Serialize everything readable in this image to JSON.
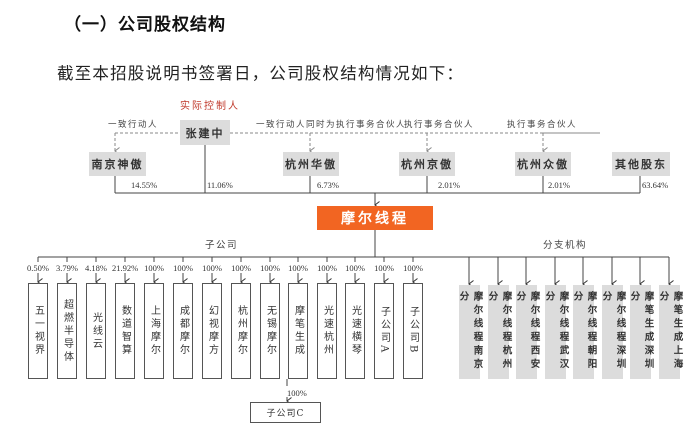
{
  "section": {
    "heading": "（一）公司股权结构",
    "intro": "截至本招股说明书签署日，公司股权结构情况如下："
  },
  "colors": {
    "core_company": "#f26522",
    "controller_label": "#c0392b",
    "shareholder_box": "#dcdcdc",
    "branch_box": "#dcdcdc"
  },
  "controller": {
    "role_label": "实际控制人",
    "name": "张建中"
  },
  "relations": {
    "left": "一致行动人",
    "middle": "一致行动人同时为执行事务合伙人",
    "right1": "执行事务合伙人",
    "right2": "执行事务合伙人"
  },
  "shareholders": [
    {
      "name": "南京神傲",
      "pct": "14.55%"
    },
    {
      "name": "张建中",
      "pct": "11.06%"
    },
    {
      "name": "杭州华傲",
      "pct": "6.73%"
    },
    {
      "name": "杭州京傲",
      "pct": "2.01%"
    },
    {
      "name": "杭州众傲",
      "pct": "2.01%"
    },
    {
      "name": "其他股东",
      "pct": "63.64%"
    }
  ],
  "company": {
    "name": "摩尔线程"
  },
  "subsidiaries_label": "子公司",
  "branches_label": "分支机构",
  "subsidiaries": [
    {
      "name": "五一视界",
      "pct": "0.50%"
    },
    {
      "name": "超燃半导体",
      "pct": "3.79%"
    },
    {
      "name": "光线云",
      "pct": "4.18%"
    },
    {
      "name": "数道智算",
      "pct": "21.92%"
    },
    {
      "name": "上海摩尔",
      "pct": "100%"
    },
    {
      "name": "成都摩尔",
      "pct": "100%"
    },
    {
      "name": "幻视摩方",
      "pct": "100%"
    },
    {
      "name": "杭州摩尔",
      "pct": "100%"
    },
    {
      "name": "无锡摩尔",
      "pct": "100%"
    },
    {
      "name": "摩笔生成",
      "pct": "100%"
    },
    {
      "name": "光速杭州",
      "pct": "100%"
    },
    {
      "name": "光速横琴",
      "pct": "100%"
    },
    {
      "name": "子公司A",
      "pct": "100%"
    },
    {
      "name": "子公司B",
      "pct": "100%"
    }
  ],
  "sub_subsidiary": {
    "parent": "摩笔生成",
    "name": "子公司C",
    "pct": "100%"
  },
  "branches": [
    {
      "name": "摩尔线程南京分"
    },
    {
      "name": "摩尔线程杭州分"
    },
    {
      "name": "摩尔线程西安分"
    },
    {
      "name": "摩尔线程武汉分"
    },
    {
      "name": "摩尔线程朝阳分"
    },
    {
      "name": "摩尔线程深圳分"
    },
    {
      "name": "摩笔生成深圳分"
    },
    {
      "name": "摩笔生成上海分"
    }
  ]
}
